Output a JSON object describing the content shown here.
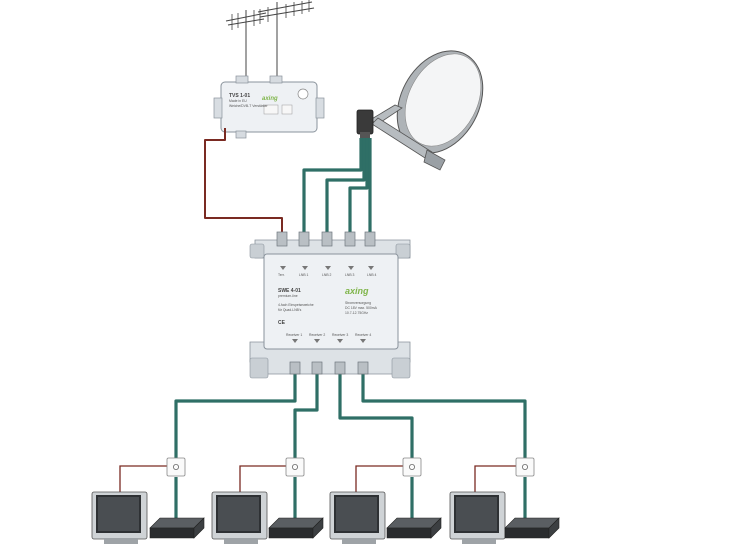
{
  "terrestrial_amp": {
    "model": "TVS 1-01",
    "sub": "Made in EU",
    "brand": "axing",
    "line": "Weiche/DVB-T Verstärker"
  },
  "multiswitch": {
    "model": "SWE 4-01",
    "sub": "premium-line",
    "brand": "axing",
    "desc1": "4-fach Einspeiseweiche",
    "desc2": "für Quad-LNB's",
    "ce": "CE",
    "top_ports": [
      "Terr.",
      "LNB 1",
      "LNB 2",
      "LNB 3",
      "LNB 4"
    ],
    "receivers": [
      "Receiver 1",
      "Receiver 2",
      "Receiver 3",
      "Receiver 4"
    ],
    "info": [
      "Stromversorgung",
      "DC 18V max. 500mA",
      "10.7-12.75GHz"
    ]
  },
  "colors": {
    "coax_satellite": "#2f6f66",
    "coax_terrestrial": "#7a2a22",
    "device_body": "#eef1f4",
    "brand_green": "#7fb54a"
  },
  "icons": [
    "terrestrial-antenna-icon",
    "satellite-dish-icon",
    "wall-socket-icon",
    "tv-icon",
    "receiver-icon"
  ]
}
